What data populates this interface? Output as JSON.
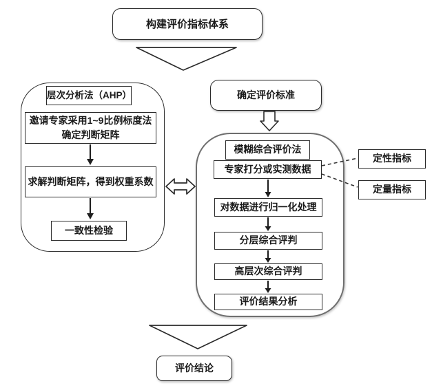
{
  "colors": {
    "line": "#2b2b2b",
    "container_right_border": "#6e6e6e",
    "background": "#ffffff",
    "box_fill": "#ffffff",
    "text": "#1a1a1a"
  },
  "top_node": {
    "label": "构建评价指标体系"
  },
  "left_panel": {
    "title": "层次分析法（AHP）",
    "steps": [
      "邀请专家采用1~9比例标度法确定判断矩阵",
      "求解判断矩阵，得到权重系数",
      "一致性检验"
    ]
  },
  "criteria_node": {
    "label": "确定评价标准"
  },
  "right_panel": {
    "title": "模糊综合评价法",
    "steps": [
      "专家打分或实测数据",
      "对数据进行归一化处理",
      "分层综合评判",
      "高层次综合评判",
      "评价结果分析"
    ]
  },
  "indicator_nodes": [
    {
      "label": "定性指标"
    },
    {
      "label": "定量指标"
    }
  ],
  "bottom_node": {
    "label": "评价结论"
  },
  "icons": {
    "top_flow": "hollow-triangle-down",
    "criteria_flow": "hollow-block-arrow-down",
    "panel_link": "hollow-double-horizontal-arrow",
    "bottom_flow": "hollow-triangle-down",
    "indicator_link": "dashed-line"
  }
}
